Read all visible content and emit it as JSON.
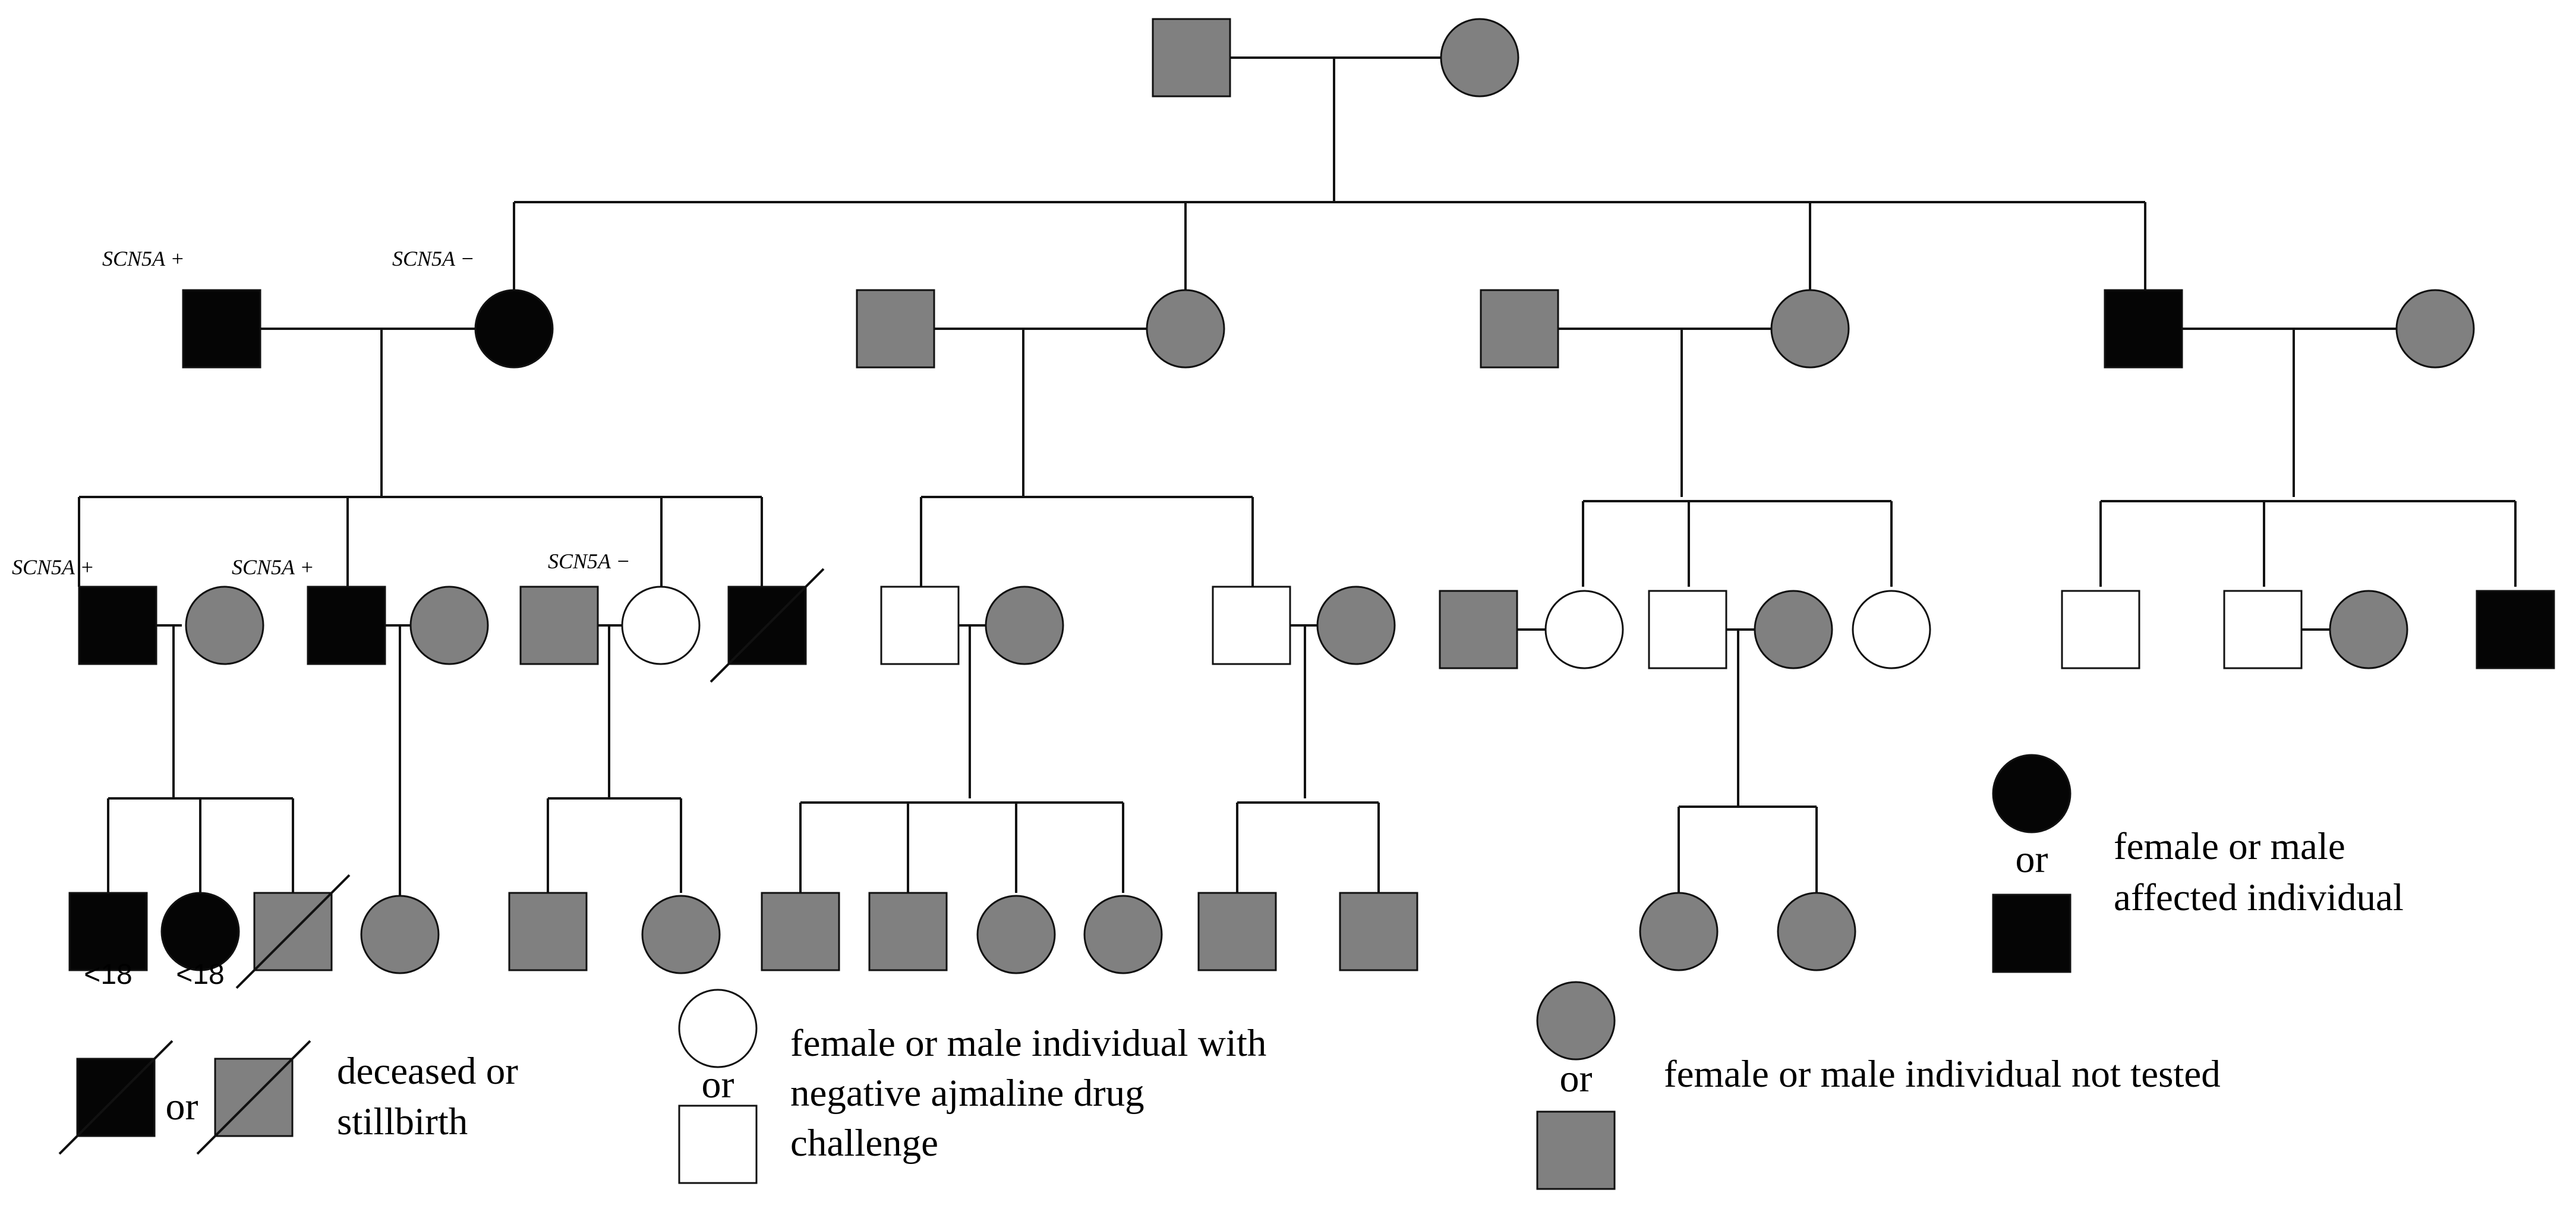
{
  "colors": {
    "affected": "#050505",
    "not_tested": "#808080",
    "negative": "#ffffff",
    "stroke": "#111111"
  },
  "genotype_labels": [
    "SCN5A +",
    "SCN5A −",
    "SCN5A +",
    "SCN5A +",
    "SCN5A −"
  ],
  "age_labels": [
    "<18",
    "<18"
  ],
  "legend": {
    "affected": {
      "or_word": "or",
      "line1": "female or male",
      "line2": "affected individual"
    },
    "deceased": {
      "or_word": "or",
      "line1": "deceased or",
      "line2": "stillbirth"
    },
    "negative": {
      "or_word": "or",
      "line1": "female or male individual with",
      "line2": "negative ajmaline drug",
      "line3": "challenge"
    },
    "not_tested": {
      "or_word": "or",
      "line1": "female or male individual not tested"
    }
  }
}
